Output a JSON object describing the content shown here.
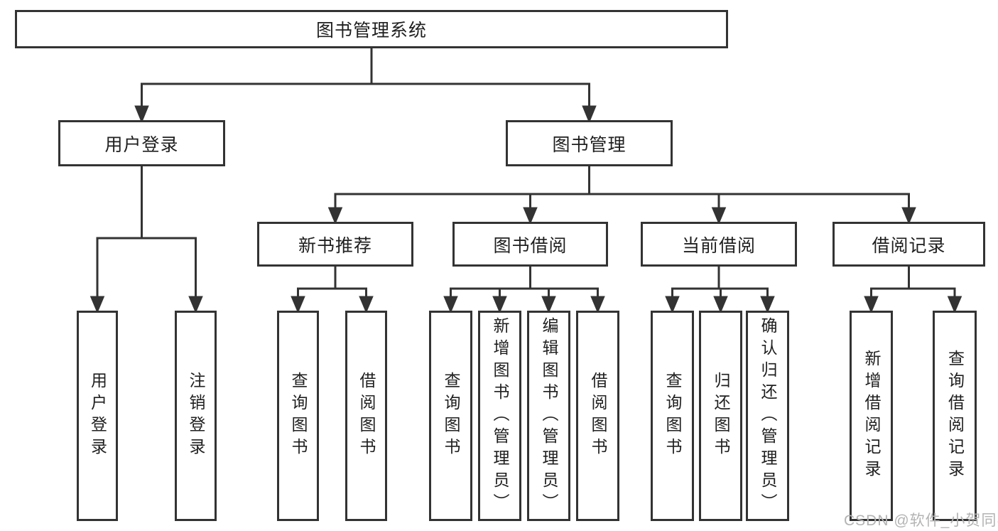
{
  "nodes": {
    "root": {
      "label": "图书管理系统"
    },
    "user_login_group": {
      "label": "用户登录"
    },
    "book_management_group": {
      "label": "图书管理"
    },
    "new_book_recommend": {
      "label": "新书推荐"
    },
    "book_borrow": {
      "label": "图书借阅"
    },
    "current_borrow": {
      "label": "当前借阅"
    },
    "borrow_record": {
      "label": "借阅记录"
    },
    "leaf_user_login": {
      "label": "用户登录"
    },
    "leaf_logout": {
      "label": "注销登录"
    },
    "leaf_recommend_query_book": {
      "label": "查询图书"
    },
    "leaf_recommend_borrow_book": {
      "label": "借阅图书"
    },
    "leaf_borrow_query_book": {
      "label": "查询图书"
    },
    "leaf_borrow_add_book": {
      "label": "新增图书（管理员）"
    },
    "leaf_borrow_edit_book": {
      "label": "编辑图书（管理员）"
    },
    "leaf_borrow_borrow_book": {
      "label": "借阅图书"
    },
    "leaf_current_query_book": {
      "label": "查询图书"
    },
    "leaf_current_return_book": {
      "label": "归还图书"
    },
    "leaf_current_confirm_return": {
      "label": "确认归还（管理员）"
    },
    "leaf_record_add": {
      "label": "新增借阅记录"
    },
    "leaf_record_query": {
      "label": "查询借阅记录"
    }
  },
  "structure": {
    "root": [
      "user_login_group",
      "book_management_group"
    ],
    "user_login_group": [
      "leaf_user_login",
      "leaf_logout"
    ],
    "book_management_group": [
      "new_book_recommend",
      "book_borrow",
      "current_borrow",
      "borrow_record"
    ],
    "new_book_recommend": [
      "leaf_recommend_query_book",
      "leaf_recommend_borrow_book"
    ],
    "book_borrow": [
      "leaf_borrow_query_book",
      "leaf_borrow_add_book",
      "leaf_borrow_edit_book",
      "leaf_borrow_borrow_book"
    ],
    "current_borrow": [
      "leaf_current_query_book",
      "leaf_current_return_book",
      "leaf_current_confirm_return"
    ],
    "borrow_record": [
      "leaf_record_add",
      "leaf_record_query"
    ]
  },
  "watermark": {
    "text": "CSDN @软件_小贺同学"
  },
  "colors": {
    "line": "#333333",
    "text": "#1f1f1f",
    "background": "#ffffff",
    "watermark": "#b3b3b3"
  }
}
